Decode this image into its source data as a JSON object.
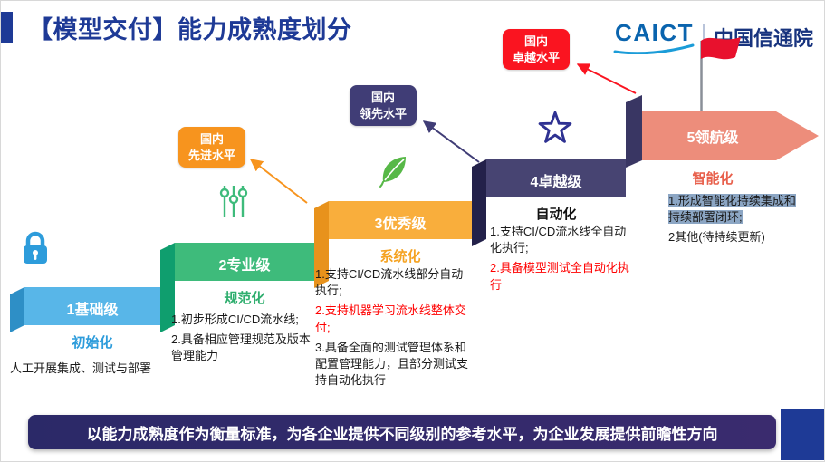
{
  "header": {
    "title": "【模型交付】能力成熟度划分",
    "logo": {
      "caict": "CAICT",
      "org": "中国信通院"
    }
  },
  "badges": [
    {
      "name": "domestic-advanced",
      "line1": "国内",
      "line2": "先进水平",
      "color": "#F7941E"
    },
    {
      "name": "domestic-leading",
      "line1": "国内",
      "line2": "领先水平",
      "color": "#403D76"
    },
    {
      "name": "domestic-excellent",
      "line1": "国内",
      "line2": "卓越水平",
      "color": "#FA1420"
    }
  ],
  "levels": [
    {
      "name": "1基础级",
      "keyword": "初始化",
      "icon": "lock-icon",
      "color": "#58B6E8",
      "desc": [
        {
          "text": "人工开展集成、测试与部署",
          "style": "normal"
        }
      ]
    },
    {
      "name": "2专业级",
      "keyword": "规范化",
      "icon": "sliders-icon",
      "color": "#3EBB7B",
      "desc": [
        {
          "text": "1.初步形成CI/CD流水线;",
          "style": "normal"
        },
        {
          "text": "2.具备相应管理规范及版本管理能力",
          "style": "normal"
        }
      ]
    },
    {
      "name": "3优秀级",
      "keyword": "系统化",
      "icon": "leaf-icon",
      "color": "#F9AE3C",
      "desc": [
        {
          "text": "1.支持CI/CD流水线部分自动执行;",
          "style": "normal"
        },
        {
          "text": "2.支持机器学习流水线整体交付;",
          "style": "red"
        },
        {
          "text": "3.具备全面的测试管理体系和配置管理能力，且部分测试支持自动化执行",
          "style": "normal"
        }
      ]
    },
    {
      "name": "4卓越级",
      "keyword": "自动化",
      "icon": "star-icon",
      "color": "#474472",
      "desc": [
        {
          "text": "1.支持CI/CD流水线全自动化执行;",
          "style": "normal"
        },
        {
          "text": "2.具备模型测试全自动化执行",
          "style": "red"
        }
      ]
    },
    {
      "name": "5领航级",
      "keyword": "智能化",
      "icon": "flag-icon",
      "color": "#ED8D7B",
      "desc": [
        {
          "text": "1.形成智能化持续集成和持续部署闭环;",
          "style": "highlight"
        },
        {
          "text": "2其他(待持续更新)",
          "style": "normal"
        }
      ]
    }
  ],
  "footer": {
    "banner": "以能力成熟度作为衡量标准，为各企业提供不同级别的参考水平，为企业发展提供前瞻性方向"
  },
  "colors": {
    "title": "#1E3A96",
    "banner_bg": "#2B2968",
    "highlight_bg": "#8CA6C4",
    "red_text": "#FF0000"
  }
}
